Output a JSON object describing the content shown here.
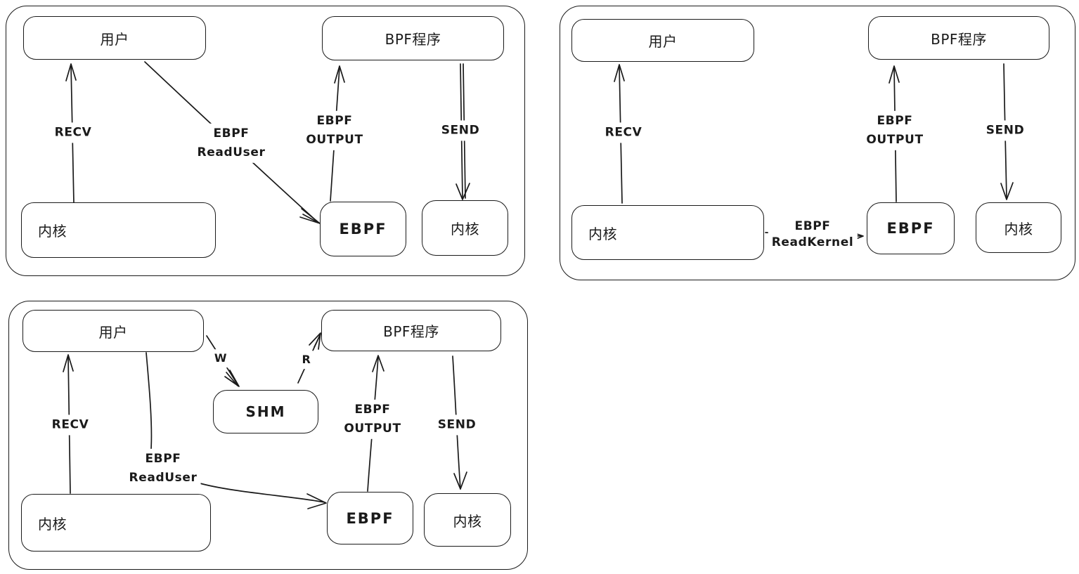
{
  "colors": {
    "stroke": "#1a1a1a",
    "background": "#ffffff"
  },
  "panels": [
    {
      "nodes": {
        "user": "用户",
        "bpf_program": "BPF程序",
        "kernel_left": "内核",
        "ebpf": "EBPF",
        "kernel_right": "内核"
      },
      "labels": {
        "recv": "RECV",
        "read_l1": "EBPF",
        "read_l2": "ReadUser",
        "out_l1": "EBPF",
        "out_l2": "OUTPUT",
        "send": "SEND"
      }
    },
    {
      "nodes": {
        "user": "用户",
        "bpf_program": "BPF程序",
        "kernel_left": "内核",
        "ebpf": "EBPF",
        "kernel_right": "内核"
      },
      "labels": {
        "recv": "RECV",
        "read_l1": "EBPF",
        "read_l2": "ReadKernel",
        "out_l1": "EBPF",
        "out_l2": "OUTPUT",
        "send": "SEND"
      }
    },
    {
      "nodes": {
        "user": "用户",
        "bpf_program": "BPF程序",
        "shm": "SHM",
        "kernel_left": "内核",
        "ebpf": "EBPF",
        "kernel_right": "内核"
      },
      "labels": {
        "recv": "RECV",
        "read_l1": "EBPF",
        "read_l2": "ReadUser",
        "out_l1": "EBPF",
        "out_l2": "OUTPUT",
        "send": "SEND",
        "w": "W",
        "r": "R"
      }
    }
  ]
}
